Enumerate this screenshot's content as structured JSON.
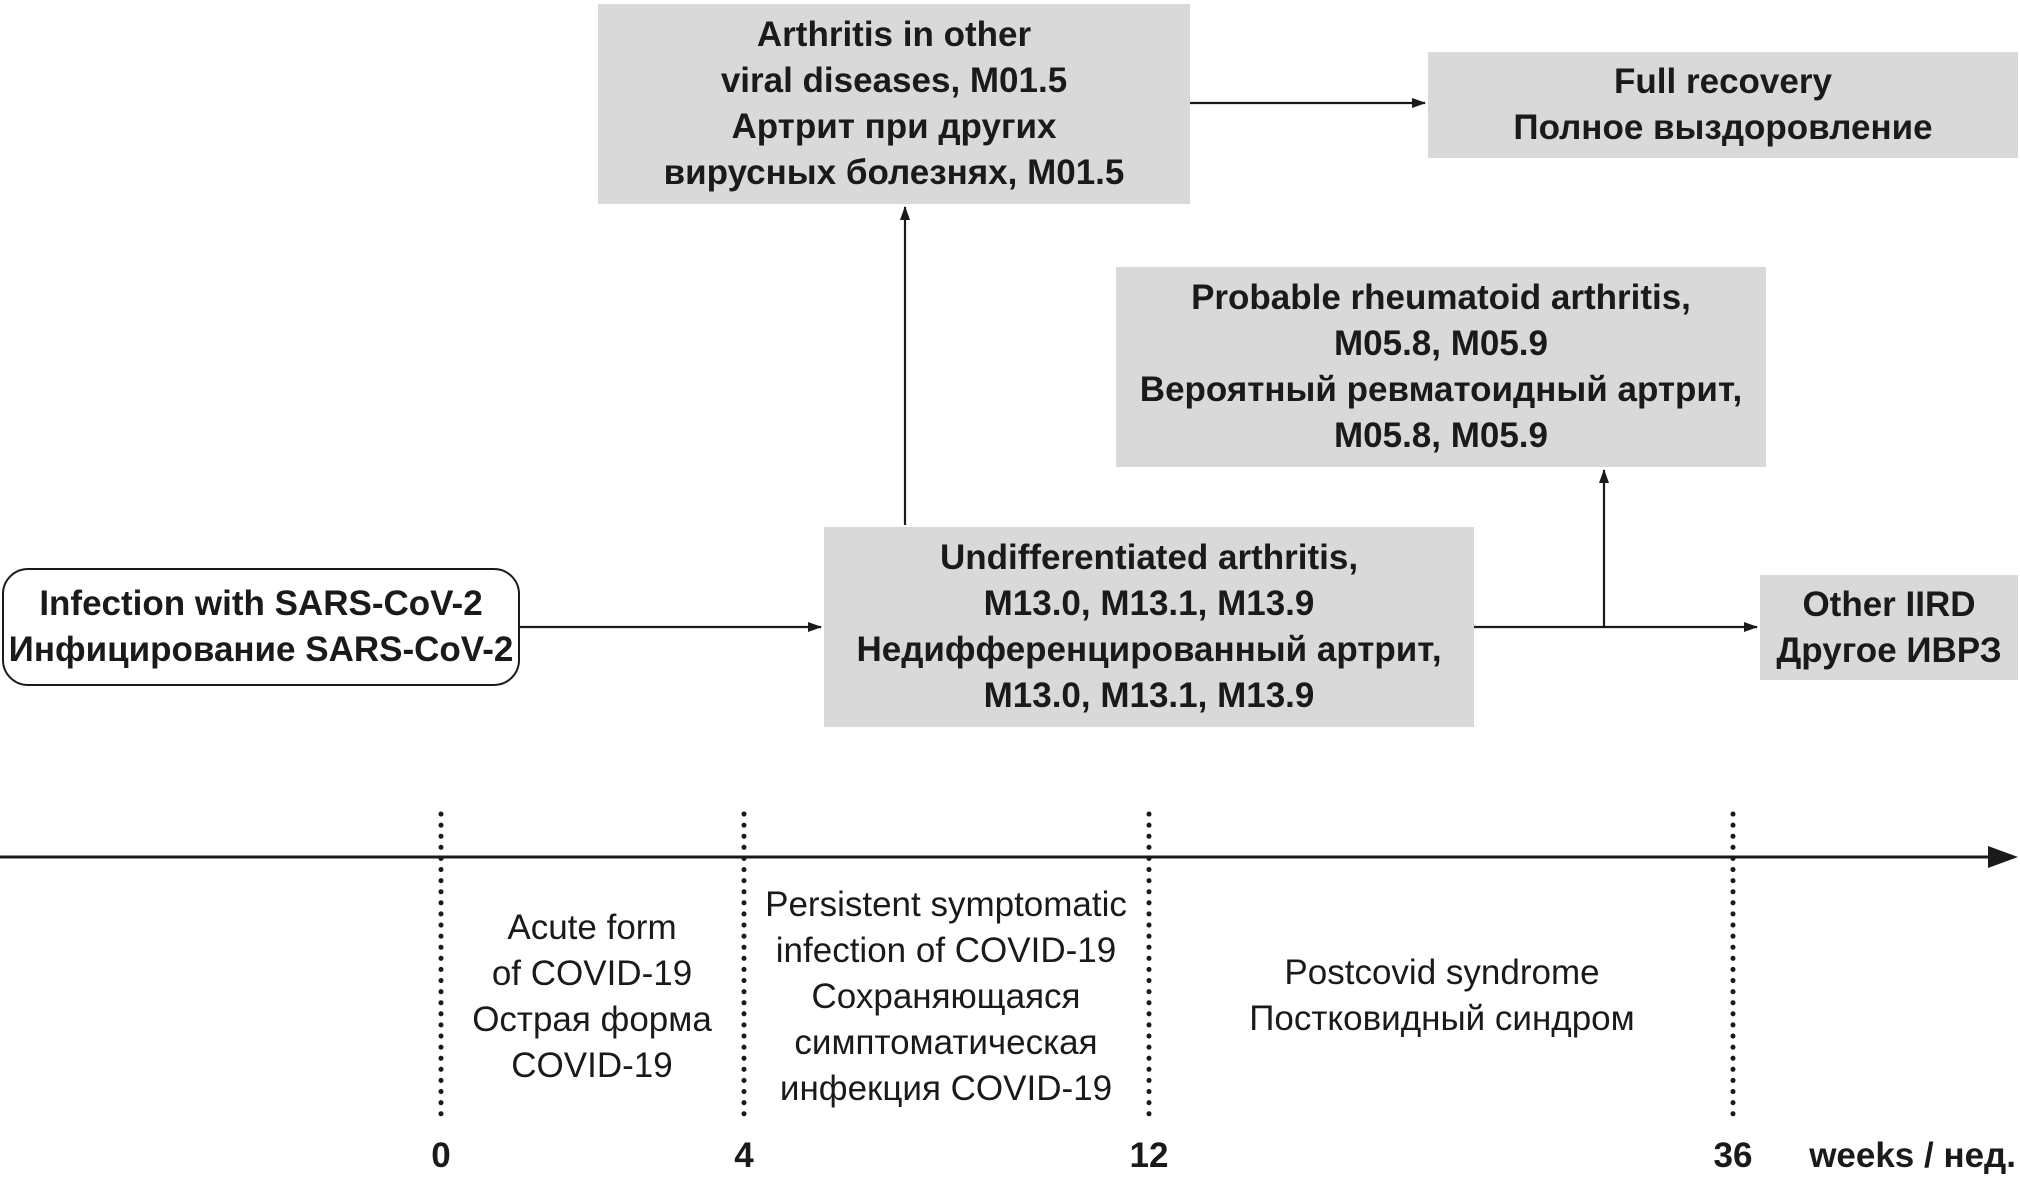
{
  "nodes": {
    "start": "Infection with SARS-CoV-2\nИнфицирование SARS-CoV-2",
    "viral": "Arthritis in other\nviral diseases, M01.5\nАртрит при других\nвирусных болезнях, M01.5",
    "recovery": "Full recovery\nПолное выздоровление",
    "ra": "Probable rheumatoid arthritis,\nM05.8, M05.9\nВероятный ревматоидный артрит,\nM05.8, M05.9",
    "undiff": "Undifferentiated arthritis,\nM13.0, M13.1, M13.9\nНедифференцированный артрит,\nM13.0, M13.1, M13.9",
    "iird": "Other IIRD\nДругое ИВРЗ"
  },
  "timeline": {
    "phases": {
      "acute": "Acute form\nof COVID-19\nОстрая форма\nCOVID-19",
      "persistent": "Persistent symptomatic\ninfection of COVID-19\nСохраняющаяся\nсимптоматическая\nинфекция COVID-19",
      "post": "Postcovid syndrome\nПостковидный синдром"
    },
    "ticks": [
      "0",
      "4",
      "12",
      "36"
    ],
    "unit": "weeks / нед."
  },
  "colors": {
    "box_fill": "#d9d9d9",
    "line": "#1a1a1a"
  }
}
